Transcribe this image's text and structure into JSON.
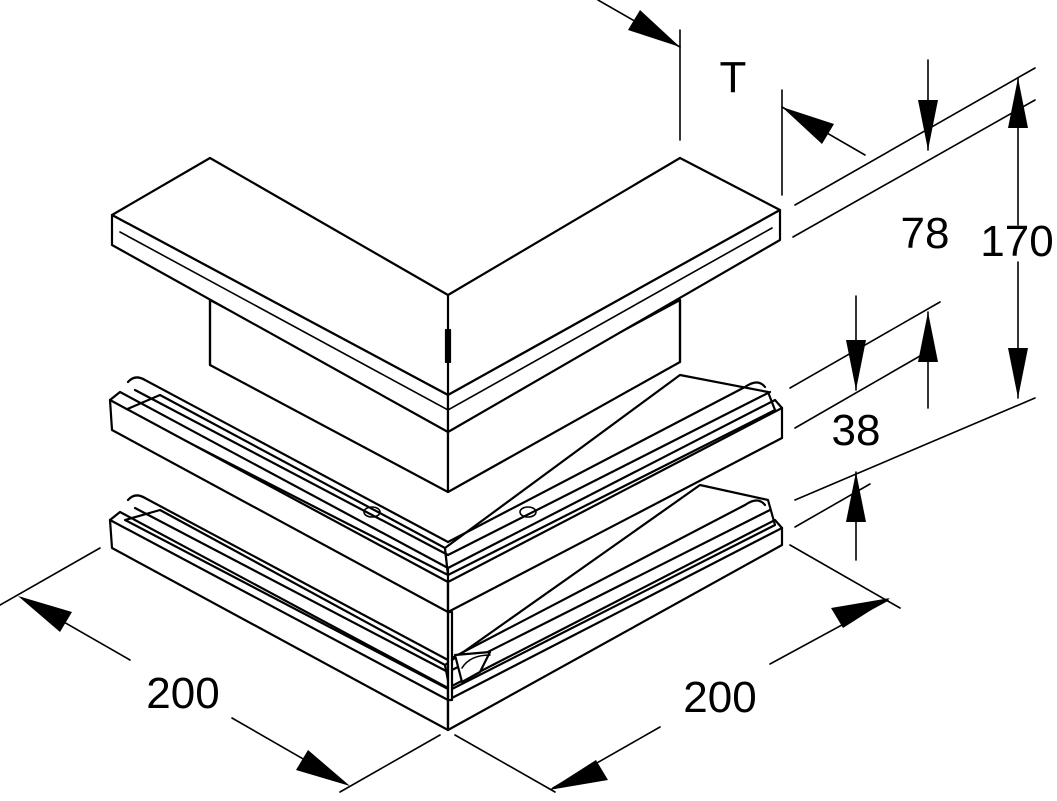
{
  "dimensions": {
    "width_left": "200",
    "width_right": "200",
    "height_total": "170",
    "height_top": "78",
    "height_gap": "38",
    "thickness": "T"
  },
  "colors": {
    "line": "#000000",
    "background": "#ffffff"
  }
}
